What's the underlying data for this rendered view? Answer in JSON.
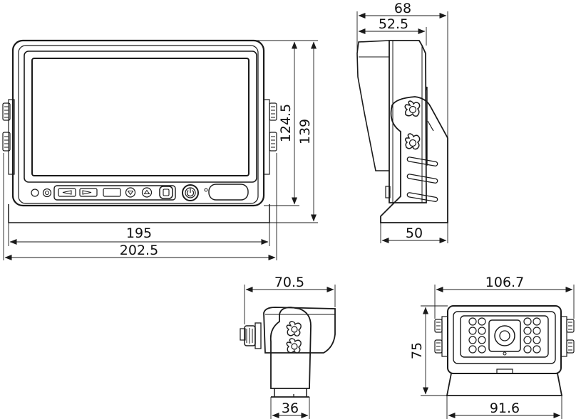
{
  "dimensions": {
    "monitor_front": {
      "inner_width": "195",
      "outer_width": "202.5",
      "screen_height": "124.5",
      "total_height": "139"
    },
    "monitor_side": {
      "total_depth": "68",
      "body_depth": "52.5",
      "bracket_width": "50"
    },
    "camera_side": {
      "total_depth": "70.5",
      "base_width": "36"
    },
    "camera_front": {
      "total_width": "106.7",
      "height": "75",
      "base_width": "91.6"
    }
  }
}
